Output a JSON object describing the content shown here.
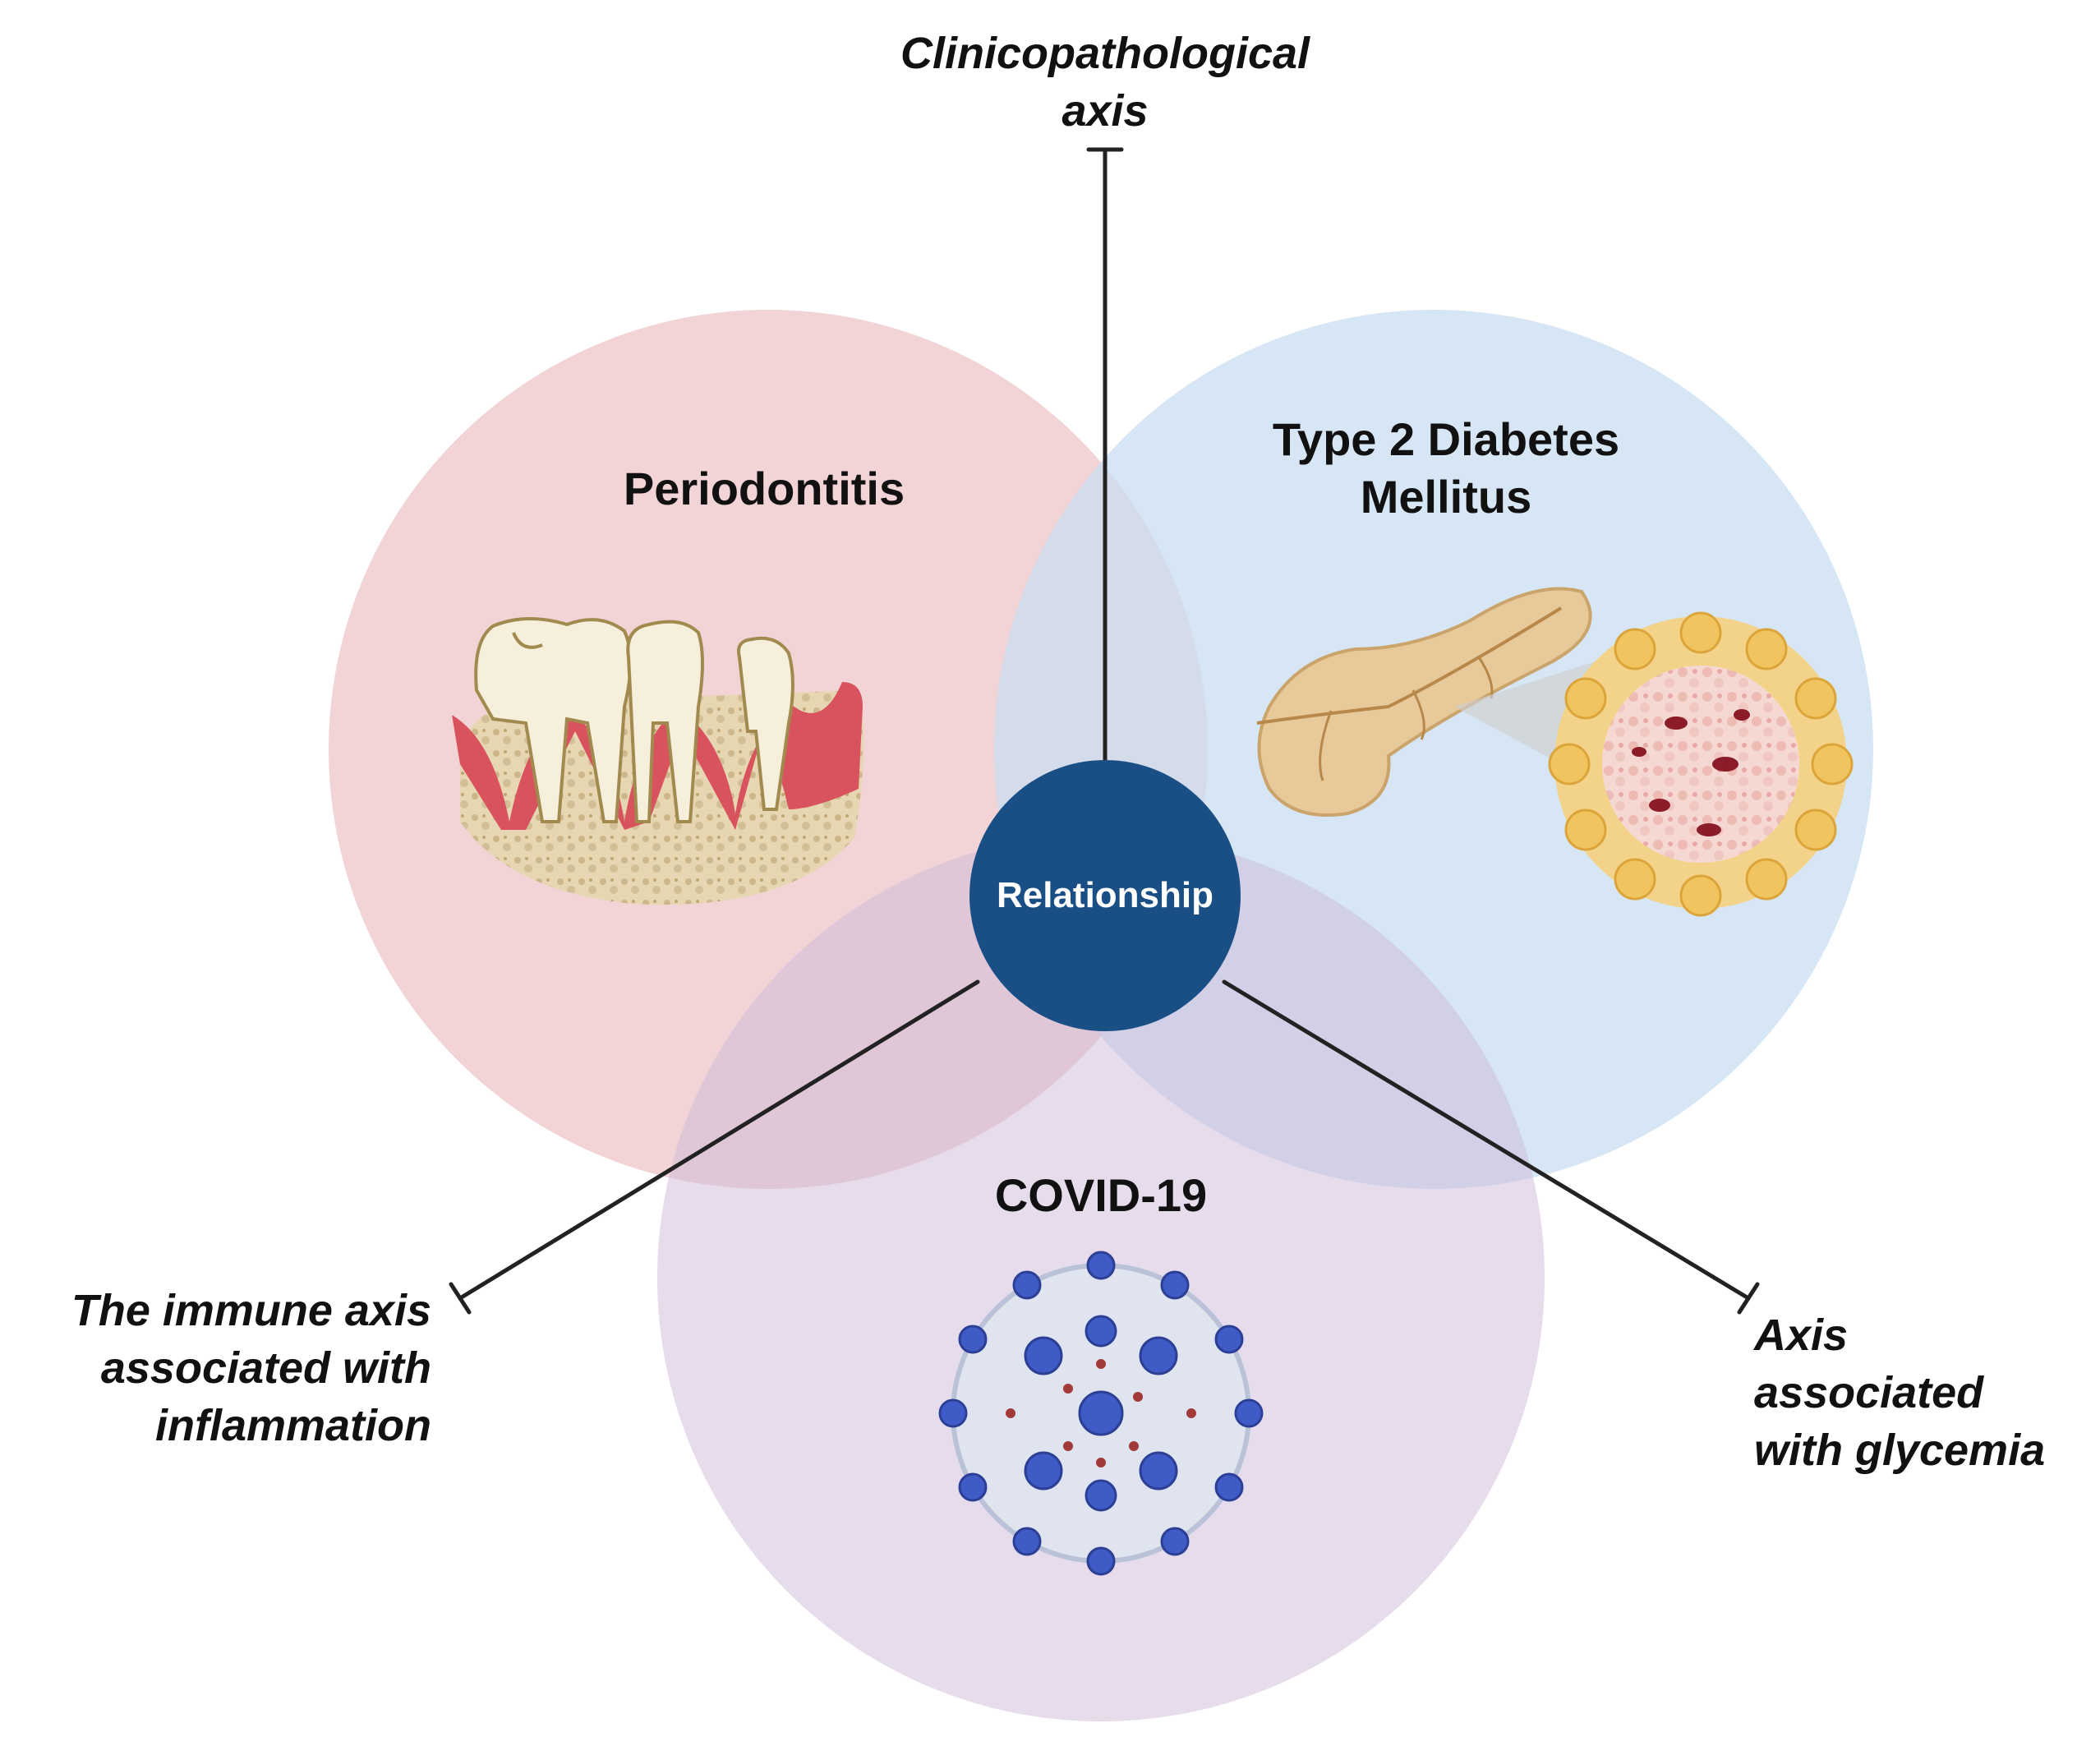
{
  "colors": {
    "periodontitis_circle": "#efc9cd",
    "diabetes_circle": "#c9ddf0",
    "covid_circle": "#cdb9d9",
    "relationship_node": "#1a4f86",
    "axis_line": "#222222",
    "gum": "#d9535e",
    "bone": "#e2d0a8",
    "tooth": "#f5efdc",
    "pancreas": "#e8c99a",
    "islet": "#f3d38a",
    "virus_body": "#dfe4ef",
    "virus_spike": "#3f5cc6"
  },
  "circles": {
    "periodontitis": {
      "title": "Periodontitis",
      "icon": "tooth-gum-icon"
    },
    "diabetes": {
      "title_line1": "Type 2 Diabetes",
      "title_line2": "Mellitus",
      "icon": "pancreas-islet-icon"
    },
    "covid": {
      "title": "COVID-19",
      "icon": "coronavirus-icon"
    }
  },
  "center": {
    "label": "Relationship"
  },
  "axes": {
    "top": {
      "line1": "Clinicopathological",
      "line2": "axis"
    },
    "left": {
      "line1": "The immune axis",
      "line2": "associated with",
      "line3": "inflammation"
    },
    "right": {
      "line1": "Axis",
      "line2": "associated",
      "line3": "with glycemia"
    }
  }
}
